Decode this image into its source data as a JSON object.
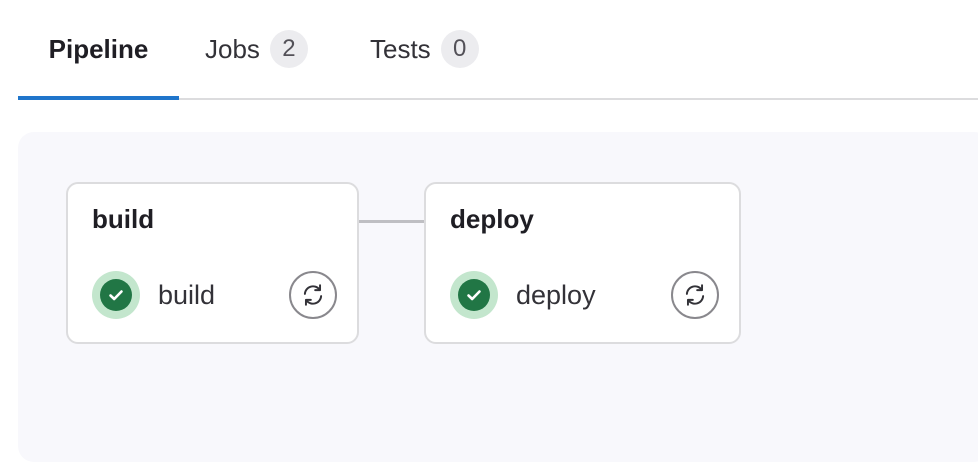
{
  "tabs": [
    {
      "label": "Pipeline",
      "active": true
    },
    {
      "label": "Jobs",
      "count": "2"
    },
    {
      "label": "Tests",
      "count": "0"
    }
  ],
  "stages": [
    {
      "title": "build",
      "jobs": [
        {
          "name": "build",
          "status": "success",
          "status_icon": "check-circle-icon",
          "action_icon": "retry-icon"
        }
      ]
    },
    {
      "title": "deploy",
      "jobs": [
        {
          "name": "deploy",
          "status": "success",
          "status_icon": "check-circle-icon",
          "action_icon": "retry-icon"
        }
      ]
    }
  ],
  "colors": {
    "accent": "#1f75cb",
    "success": "#217645",
    "success_bg": "#c3e6cd",
    "graph_bg": "#f8f8fc"
  }
}
